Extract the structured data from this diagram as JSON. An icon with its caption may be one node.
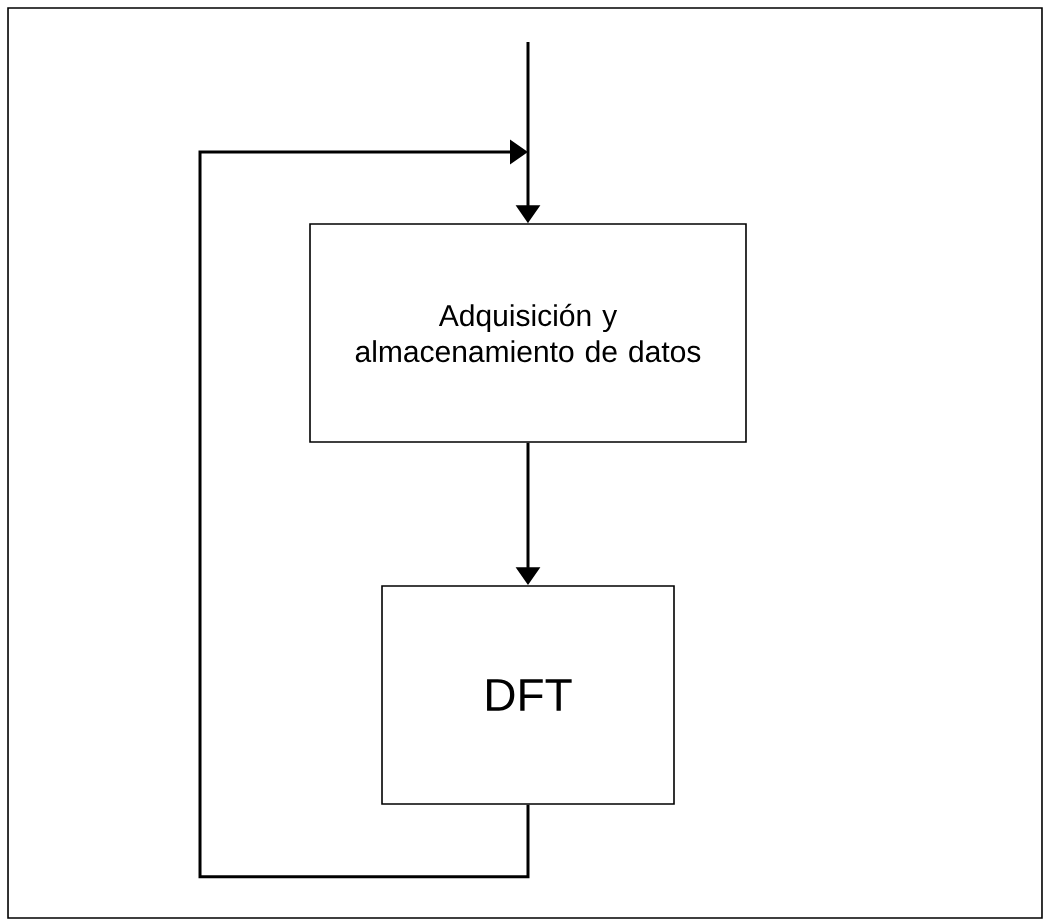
{
  "diagram": {
    "nodes": [
      {
        "text": [
          "Adquisición y almacenamiento de datos"
        ]
      },
      {
        "text": [
          "DFT"
        ]
      }
    ],
    "edges": [
      {
        "from": null,
        "to": 0,
        "arrow": "to"
      },
      {
        "from": 0,
        "to": 1,
        "arrow": "to"
      },
      {
        "from": 1,
        "to": 0,
        "arrow": "to"
      }
    ]
  }
}
